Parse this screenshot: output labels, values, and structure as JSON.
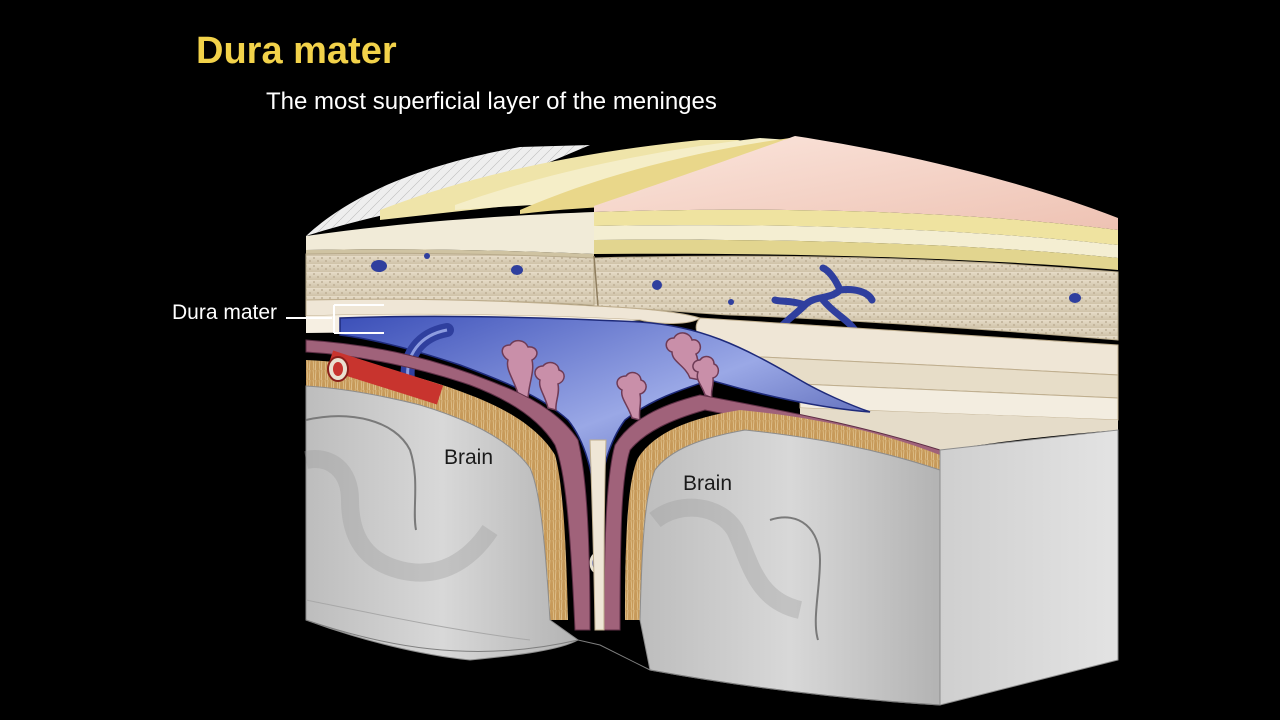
{
  "slide": {
    "title": "Dura mater",
    "subtitle": "The most superficial layer of the meninges"
  },
  "labels": {
    "dura_callout": "Dura mater",
    "brain_left": "Brain",
    "brain_right": "Brain"
  },
  "colors": {
    "background": "#000000",
    "title": "#f2d24a",
    "text": "#ffffff",
    "skin": "#f4d8cc",
    "bone": "#ddd2bf",
    "dura": "#efe6d6",
    "venous_sinus": "#2f3f9e",
    "artery": "#c8342e",
    "brain": "#c9c9c9",
    "arachnoid": "#a0627a",
    "pia_tissue": "#b88a4e"
  }
}
